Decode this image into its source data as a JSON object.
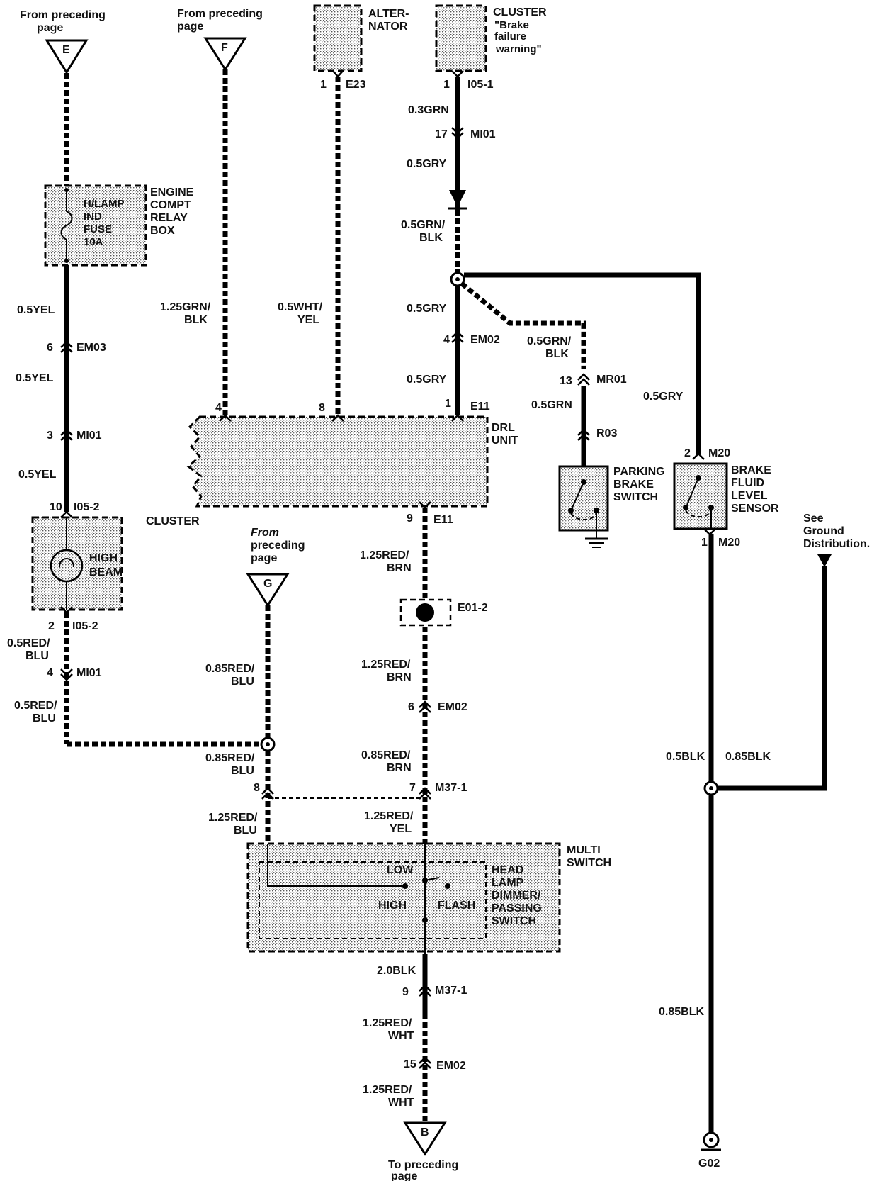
{
  "refs": {
    "E": {
      "letter": "E",
      "note": [
        "From preceding",
        "page"
      ]
    },
    "F": {
      "letter": "F",
      "note": [
        "From preceding",
        "page"
      ]
    },
    "G": {
      "letter": "G",
      "note": [
        "From",
        "preceding",
        "page"
      ]
    },
    "B": {
      "letter": "B",
      "note": [
        "To preceding",
        "page"
      ]
    },
    "ground_dist": {
      "note": [
        "See",
        "Ground",
        "Distribution."
      ]
    }
  },
  "components": {
    "alternator": {
      "label": [
        "ALTER-",
        "NATOR"
      ],
      "pin": "1",
      "connector": "E23"
    },
    "cluster_top": {
      "label": [
        "CLUSTER",
        "\"Brake",
        "failure",
        "warning\""
      ],
      "pin": "1",
      "connector": "I05-1"
    },
    "relay_box": {
      "label": [
        "ENGINE",
        "COMPT",
        "RELAY",
        "BOX"
      ],
      "fuse": [
        "H/LAMP",
        "IND",
        "FUSE",
        "10A"
      ]
    },
    "drl_unit": {
      "label": [
        "DRL",
        "UNIT"
      ]
    },
    "cluster_left": {
      "label": "CLUSTER",
      "lamp": [
        "HIGH",
        "BEAM"
      ]
    },
    "parking_brake": {
      "label": [
        "PARKING",
        "BRAKE",
        "SWITCH"
      ]
    },
    "brake_fluid": {
      "label": [
        "BRAKE",
        "FLUID",
        "LEVEL",
        "SENSOR"
      ]
    },
    "multi_switch": {
      "label": [
        "MULTI",
        "SWITCH"
      ],
      "sub": [
        "HEAD",
        "LAMP",
        "DIMMER/",
        "PASSING",
        "SWITCH"
      ],
      "positions": [
        "LOW",
        "HIGH",
        "FLASH"
      ]
    },
    "e01": {
      "label": "E01-2"
    },
    "ground": {
      "label": "G02"
    }
  },
  "wires": {
    "e1": "0.5YEL",
    "e2": "0.5YEL",
    "e3": "0.5YEL",
    "e4": [
      "0.5RED/",
      "BLU"
    ],
    "e5": [
      "0.5RED/",
      "BLU"
    ],
    "f1": [
      "1.25GRN/",
      "BLK"
    ],
    "alt1": [
      "0.5WHT/",
      "YEL"
    ],
    "c1": "0.3GRN",
    "c2": "0.5GRY",
    "c3": [
      "0.5GRN/",
      "BLK"
    ],
    "c4": "0.5GRY",
    "c5": "0.5GRY",
    "pb1": [
      "0.5GRN/",
      "BLK"
    ],
    "pb2": "0.5GRN",
    "bf1": "0.5GRY",
    "d1": [
      "1.25RED/",
      "BRN"
    ],
    "d2": [
      "1.25RED/",
      "BRN"
    ],
    "d3": [
      "0.85RED/",
      "BRN"
    ],
    "d4": [
      "1.25RED/",
      "YEL"
    ],
    "g1": [
      "0.85RED/",
      "BLU"
    ],
    "g2": [
      "0.85RED/",
      "BLU"
    ],
    "g3": [
      "1.25RED/",
      "BLU"
    ],
    "m1": "2.0BLK",
    "m2": [
      "1.25RED/",
      "WHT"
    ],
    "m3": [
      "1.25RED/",
      "WHT"
    ],
    "gnd1": "0.5BLK",
    "gnd2": "0.85BLK",
    "gnd3": "0.85BLK"
  },
  "connectors": {
    "em03": {
      "pin": "6",
      "name": "EM03"
    },
    "mi01_a": {
      "pin": "3",
      "name": "MI01"
    },
    "i05_2a": {
      "pin": "10",
      "name": "I05-2"
    },
    "i05_2b": {
      "pin": "2",
      "name": "I05-2"
    },
    "mi01_b": {
      "pin": "4",
      "name": "MI01"
    },
    "mi01_c": {
      "pin": "17",
      "name": "MI01"
    },
    "em02_a": {
      "pin": "4",
      "name": "EM02"
    },
    "e11_a": {
      "pin": "1",
      "name": "E11"
    },
    "e11_b": {
      "pin": "9",
      "name": "E11"
    },
    "drl_pin4": {
      "pin": "4"
    },
    "drl_pin8": {
      "pin": "8"
    },
    "mr01": {
      "pin": "13",
      "name": "MR01"
    },
    "r03": {
      "name": "R03"
    },
    "m20_a": {
      "pin": "2",
      "name": "M20"
    },
    "m20_b": {
      "pin": "1",
      "name": "M20"
    },
    "em02_b": {
      "pin": "6",
      "name": "EM02"
    },
    "m37_a": {
      "pin": "7",
      "name": "M37-1"
    },
    "m37_b_pin": {
      "pin": "8"
    },
    "m37_c": {
      "pin": "9",
      "name": "M37-1"
    },
    "em02_c": {
      "pin": "15",
      "name": "EM02"
    }
  }
}
